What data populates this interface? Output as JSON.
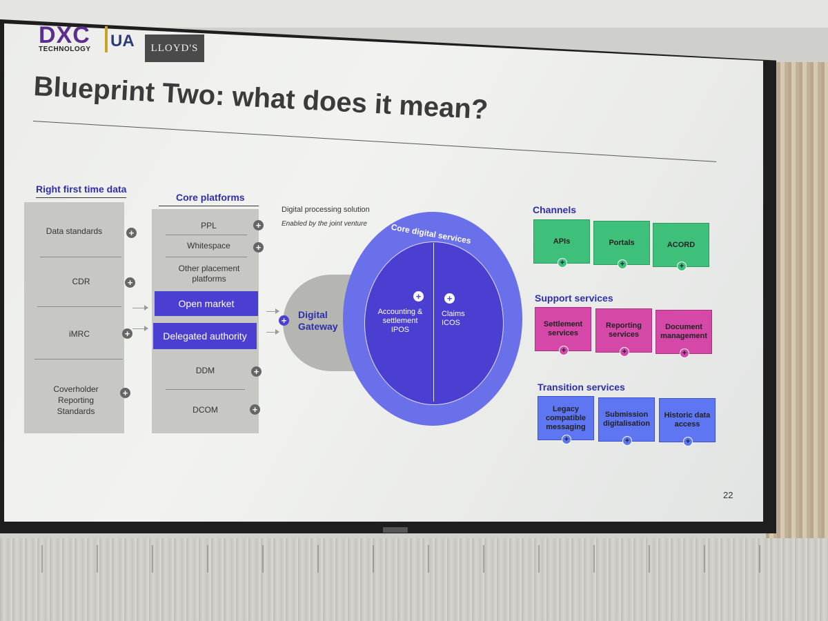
{
  "logos": {
    "dxc": "DXC",
    "dxc_sub": "TECHNOLOGY",
    "iua": "UA",
    "lloyds": "LLOYD'S"
  },
  "title": "Blueprint Two: what does it mean?",
  "right_first_time_data": {
    "heading": "Right first time data",
    "items": [
      "Data standards",
      "CDR",
      "iMRC",
      "Coverholder Reporting Standards"
    ]
  },
  "core_platforms": {
    "heading": "Core platforms",
    "items": [
      "PPL",
      "Whitespace",
      "Other placement platforms"
    ],
    "open_market": "Open market",
    "delegated_authority": "Delegated authority",
    "lower_items": [
      "DDM",
      "DCOM"
    ]
  },
  "digital_processing": {
    "label": "Digital processing solution",
    "sublabel": "Enabled by the joint venture"
  },
  "gateway": "Digital Gateway",
  "core_digital_services": {
    "ring_label": "Core digital services",
    "left": {
      "title": "Accounting & settlement",
      "system": "IPOS"
    },
    "right": {
      "title": "Claims",
      "system": "ICOS"
    }
  },
  "channels": {
    "heading": "Channels",
    "items": [
      "APIs",
      "Portals",
      "ACORD"
    ]
  },
  "support_services": {
    "heading": "Support services",
    "items": [
      "Settlement services",
      "Reporting services",
      "Document management"
    ]
  },
  "transition_services": {
    "heading": "Transition services",
    "items": [
      "Legacy compatible messaging",
      "Submission digitalisation",
      "Historic data access"
    ]
  },
  "plus_symbol": "+",
  "page_number": "22",
  "colors": {
    "accent_dark": "#4a3fd1",
    "accent_light": "#6a6fea",
    "channels": "#3ec07a",
    "support": "#d548a8",
    "transition": "#5f76f2",
    "heading": "#2e2ea8"
  }
}
